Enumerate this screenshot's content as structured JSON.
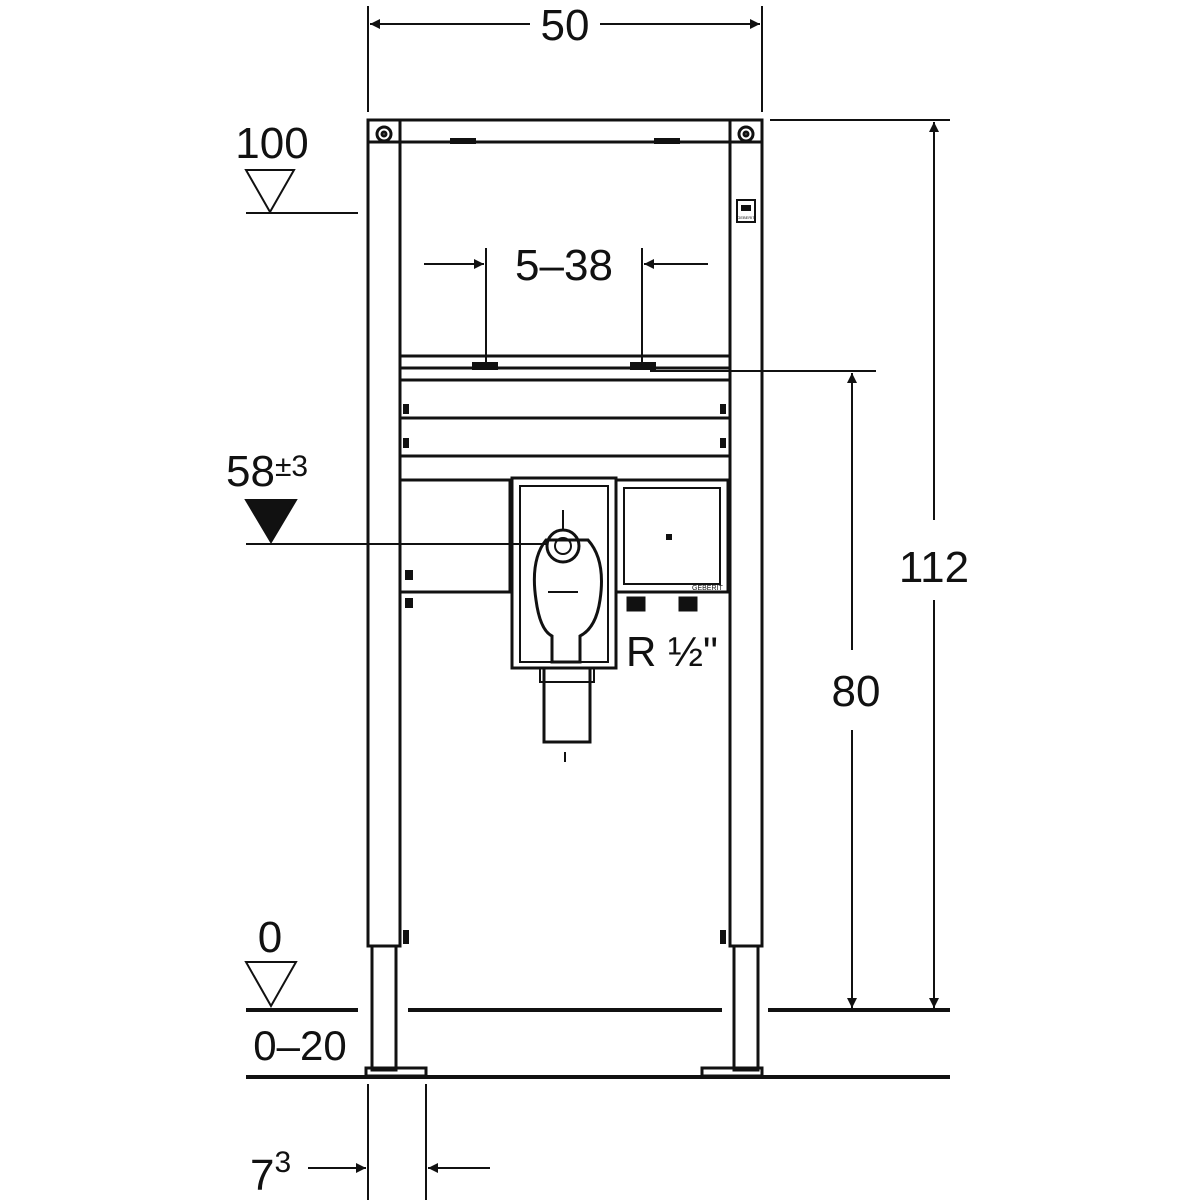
{
  "dimensions": {
    "width_top": "50",
    "mounting_top_level": "100",
    "drain_span": "5–38",
    "waste_height": "58",
    "waste_tolerance": "±3",
    "total_height": "112",
    "bracket_height": "80",
    "floor_level": "0",
    "floor_adjust_range": "0–20",
    "foot_offset": "7",
    "foot_offset_sup": "3",
    "water_connection": "R ½\""
  },
  "branding": {
    "small_logo_text": "GEBERIT",
    "plate_logo_text": "GEBERIT"
  },
  "colors": {
    "line": "#111111",
    "background": "#ffffff"
  }
}
